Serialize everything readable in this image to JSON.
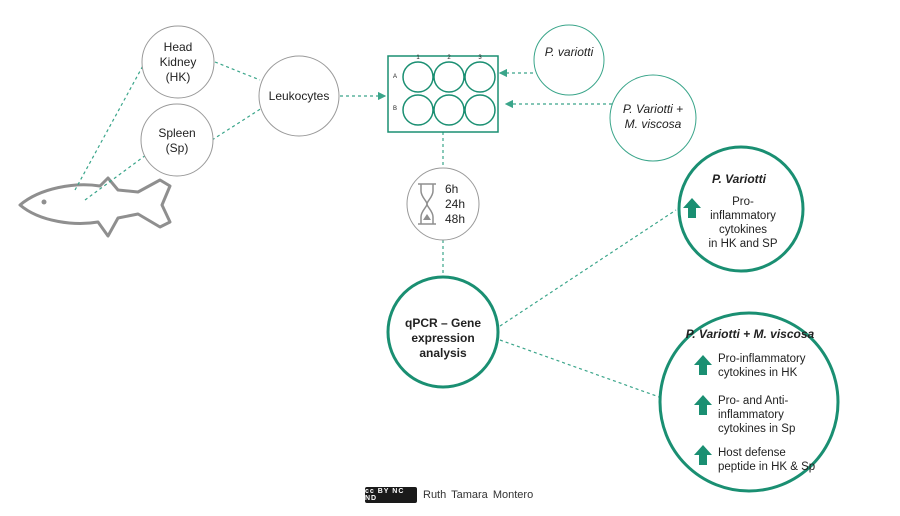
{
  "organs": {
    "head_kidney": [
      "Head",
      "Kidney",
      "(HK)"
    ],
    "spleen": [
      "Spleen",
      "(Sp)"
    ]
  },
  "leukocytes": "Leukocytes",
  "plate": {
    "columns": [
      "1",
      "2",
      "3"
    ],
    "rows": [
      "A",
      "B"
    ]
  },
  "treatments": {
    "single": "P. variotti",
    "combo": [
      "P. Variotti +",
      "M. viscosa"
    ]
  },
  "timepoints": [
    "6h",
    "24h",
    "48h"
  ],
  "qpcr": [
    "qPCR – Gene",
    "expression analysis"
  ],
  "result_single": {
    "title": "P. Variotti",
    "text": [
      "Pro-inflammatory",
      "cytokines",
      "in HK and SP"
    ]
  },
  "result_combo": {
    "title": "P. Variotti + M. viscosa",
    "items": [
      [
        "Pro-inflammatory",
        "cytokines in HK"
      ],
      [
        "Pro- and Anti-",
        "inflammatory",
        "cytokines in Sp"
      ],
      [
        "Host defense",
        "peptide in HK & Sp"
      ]
    ]
  },
  "credit": {
    "license": "cc BY NC ND",
    "author": "Ruth Tamara Montero"
  },
  "colors": {
    "accent": "#1a8f72",
    "dashed": "#3aa58a",
    "gray_outline": "#9a9a9a",
    "fish": "#8f8f8f"
  }
}
